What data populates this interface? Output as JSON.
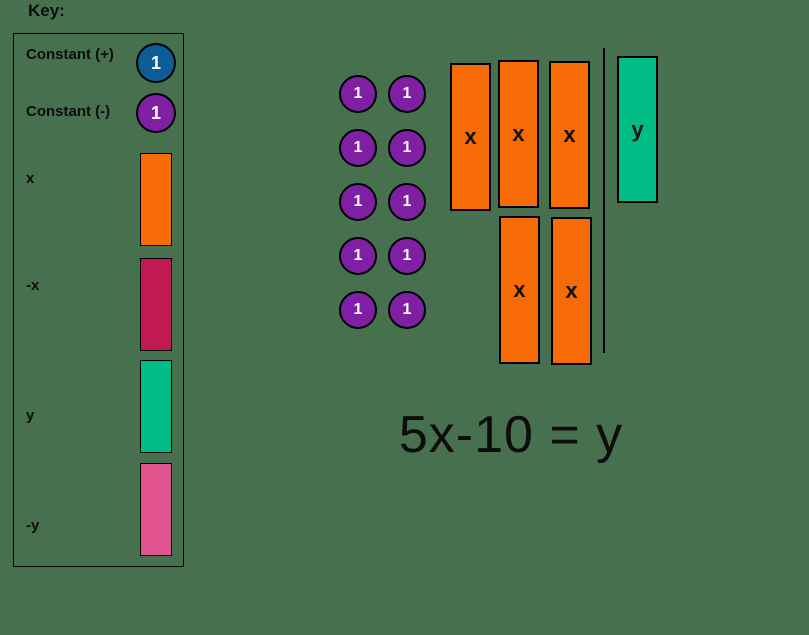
{
  "colors": {
    "background": "#47704F",
    "constant_positive": "#0C5C95",
    "constant_negative": "#7E1FA4",
    "x_tile": "#F76B07",
    "neg_x_tile": "#C11A52",
    "y_tile": "#00BD86",
    "neg_y_tile": "#E0558F",
    "outline": "#000000"
  },
  "key": {
    "title": "Key:",
    "items": [
      {
        "label": "Constant (+)",
        "shape": "circle",
        "value": "1",
        "color": "#0C5C95"
      },
      {
        "label": "Constant (-)",
        "shape": "circle",
        "value": "1",
        "color": "#7E1FA4"
      },
      {
        "label": "x",
        "shape": "rect",
        "color": "#F76B07"
      },
      {
        "label": "-x",
        "shape": "rect",
        "color": "#C11A52"
      },
      {
        "label": "y",
        "shape": "rect",
        "color": "#00BD86"
      },
      {
        "label": "-y",
        "shape": "rect",
        "color": "#E0558F"
      }
    ]
  },
  "workspace": {
    "unit_label": "1",
    "negative_unit_count": 10,
    "x_label": "x",
    "x_tile_count": 5,
    "y_label": "y",
    "y_tile_count": 1,
    "equation": "5x-10 = y"
  }
}
